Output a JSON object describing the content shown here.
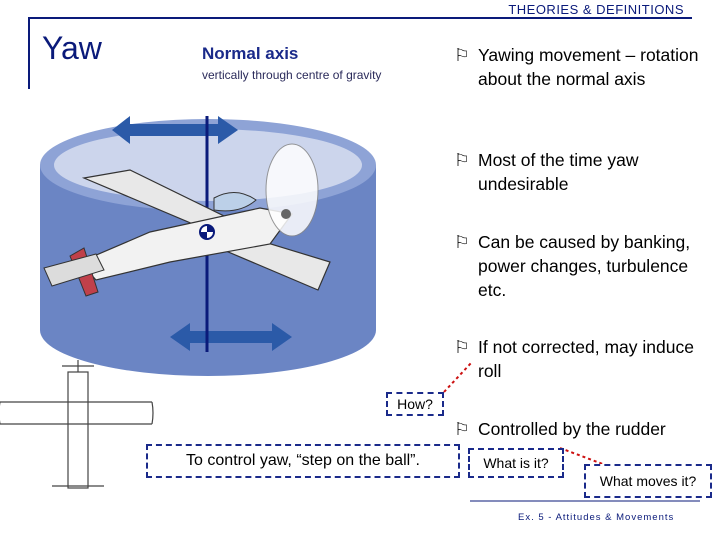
{
  "header": {
    "section": "THEORIES & DEFINITIONS",
    "title": "Yaw"
  },
  "axis": {
    "title": "Normal axis",
    "subtitle": "vertically through centre of gravity"
  },
  "bullets": [
    {
      "text": "Yawing movement – rotation about the normal axis"
    },
    {
      "text": "Most of the time yaw undesirable"
    },
    {
      "text": "Can be caused by banking, power changes, turbulence etc."
    },
    {
      "text": "If not corrected, may induce roll"
    },
    {
      "text": "Controlled by the rudder"
    }
  ],
  "callouts": {
    "how": "How?",
    "step_on_ball": "To control yaw, “step on the ball”.",
    "what_is_it": "What is it?",
    "what_moves_it": "What moves it?"
  },
  "footer": {
    "text": "Ex. 5 - Attitudes & Movements"
  },
  "colors": {
    "navy": "#0a1a7a",
    "cylinder": "#6b85c4",
    "arrow": "#2b5aa8",
    "rudder": "#c0404a",
    "callout_line": "#cc1111"
  }
}
